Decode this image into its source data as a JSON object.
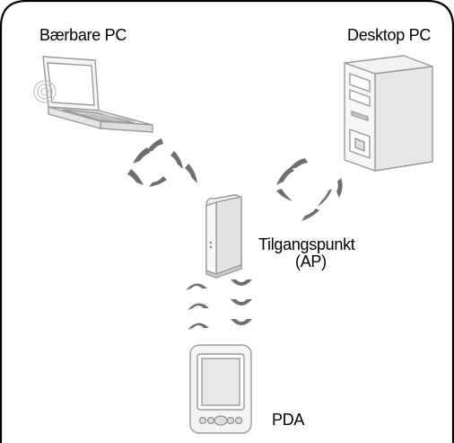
{
  "labels": {
    "laptop": "Bærbare PC",
    "desktop": "Desktop PC",
    "access_point_line1": "Tilgangspunkt",
    "access_point_line2": "(AP)",
    "pda": "PDA"
  },
  "colors": {
    "frame": "#000000",
    "device_stroke": "#9a9a9a",
    "device_fill": "#ececec",
    "device_dark": "#bdbdbd",
    "signal": "#6f6f6f"
  },
  "icons": [
    "laptop-icon",
    "desktop-pc-icon",
    "access-point-icon",
    "pda-icon",
    "wireless-signal-icon"
  ]
}
